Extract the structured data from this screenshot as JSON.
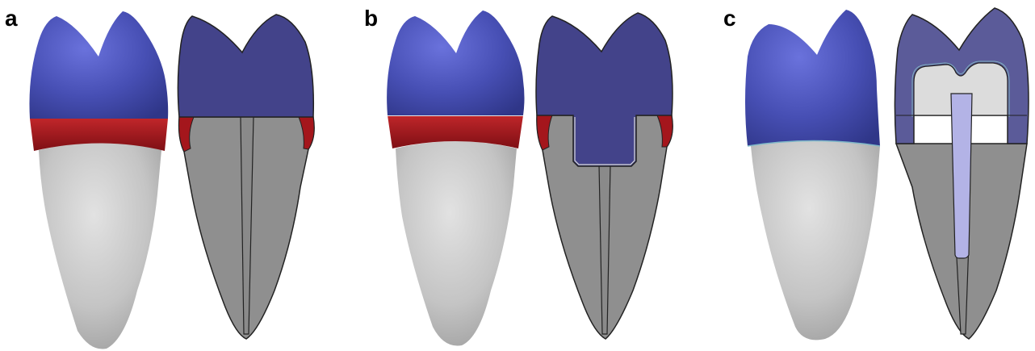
{
  "panels": [
    {
      "label": "a"
    },
    {
      "label": "b"
    },
    {
      "label": "c"
    }
  ],
  "colors": {
    "crown_render": "#4a52b8",
    "crown_section": "#43438a",
    "band_red": "#a4161c",
    "root": "#c6c6c6",
    "root_section": "#8f8f8f",
    "core_light": "#dcdcdc",
    "post": "#b3b3e6",
    "outline": "#222222"
  }
}
